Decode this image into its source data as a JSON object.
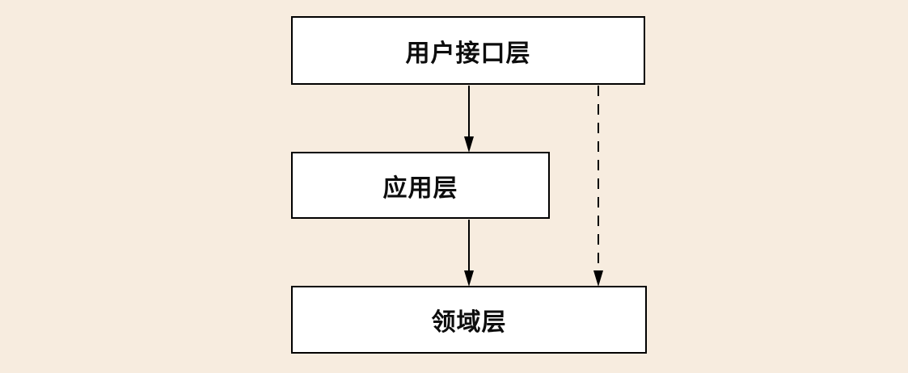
{
  "diagram": {
    "title": "layered-architecture-diagram",
    "background_color": "#f7ecdf",
    "node_fill_color": "#ffffff",
    "node_border_color": "#000000",
    "line_color": "#000000",
    "boxes": [
      {
        "id": "ui-layer",
        "label": "用户接口层"
      },
      {
        "id": "application-layer",
        "label": "应用层"
      },
      {
        "id": "domain-layer",
        "label": "领域层"
      }
    ],
    "connectors": [
      {
        "from": "ui-layer",
        "to": "application-layer",
        "style": "solid",
        "direction": "down"
      },
      {
        "from": "application-layer",
        "to": "domain-layer",
        "style": "solid",
        "direction": "down"
      },
      {
        "from": "ui-layer",
        "to": "domain-layer",
        "style": "dashed",
        "direction": "down"
      }
    ]
  }
}
